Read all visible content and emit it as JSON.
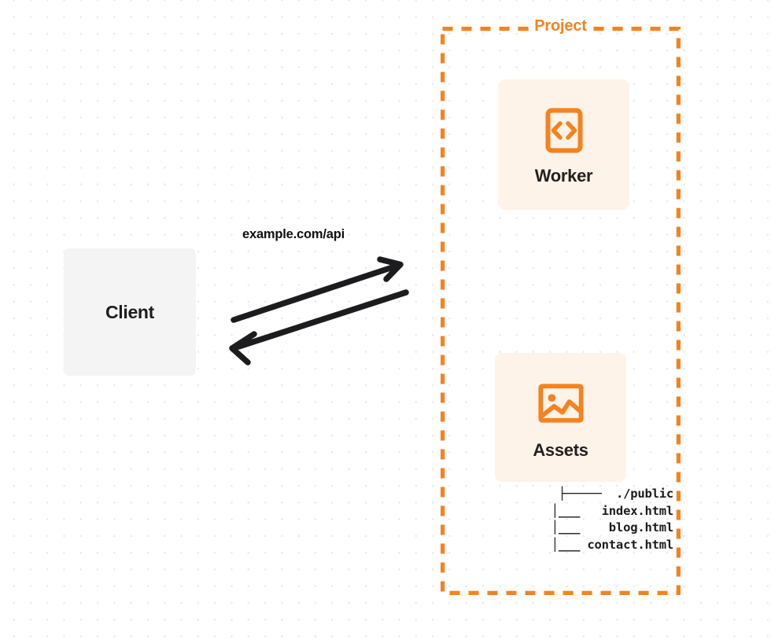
{
  "diagram": {
    "title": "Project",
    "client": {
      "label": "Client"
    },
    "connection": {
      "label": "example.com/api",
      "request_arrow": "arrow-right",
      "response_arrow": "arrow-left"
    },
    "services": [
      {
        "id": "worker",
        "label": "Worker",
        "icon": "code-brackets-icon"
      },
      {
        "id": "assets",
        "label": "Assets",
        "icon": "image-picture-icon"
      }
    ],
    "file_tree": {
      "lines": [
        "├─────  ./public",
        "  │___   index.html",
        "  │___    blog.html",
        "  │___ contact.html"
      ],
      "text": "├─────  ./public\n  │___   index.html\n  │___    blog.html\n  │___ contact.html"
    },
    "colors": {
      "accent": "#f6821f",
      "card_background": "#fdf3e8",
      "client_background": "#f4f4f5",
      "text": "#1d1d1f",
      "canvas": "#ffffff",
      "grid_dot": "#e9e9e9"
    }
  }
}
